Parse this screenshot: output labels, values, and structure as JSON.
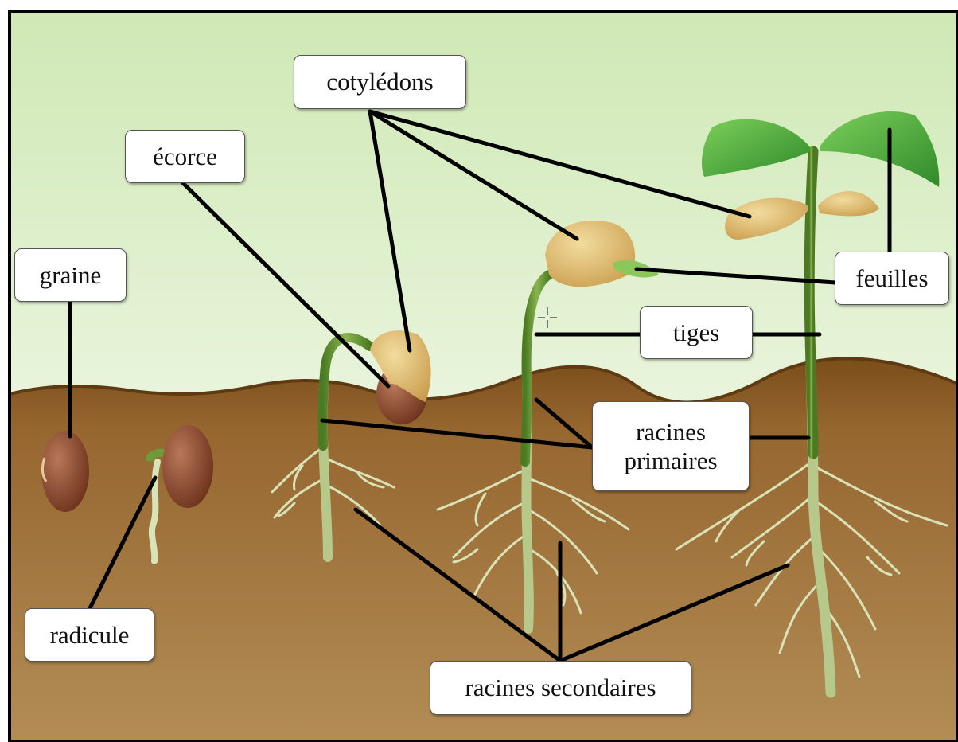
{
  "labels": {
    "cotyledons": "cotylédons",
    "ecorce": "écorce",
    "graine": "graine",
    "feuilles": "feuilles",
    "tiges": "tiges",
    "racines_primaires_1": "racines",
    "racines_primaires_2": "primaires",
    "radicule": "radicule",
    "racines_secondaires": "racines secondaires"
  },
  "colors": {
    "sky_top": "#cfe8b4",
    "sky_bottom": "#ffffff",
    "soil_top": "#7a4d1a",
    "soil_bottom": "#b08a52",
    "stem": "#5e8f2e",
    "root": "#d9e3b8",
    "seed": "#8a4a2a",
    "cotyledon": "#e2c07a",
    "leaf": "#3fa33a",
    "leader_line": "#000000"
  }
}
